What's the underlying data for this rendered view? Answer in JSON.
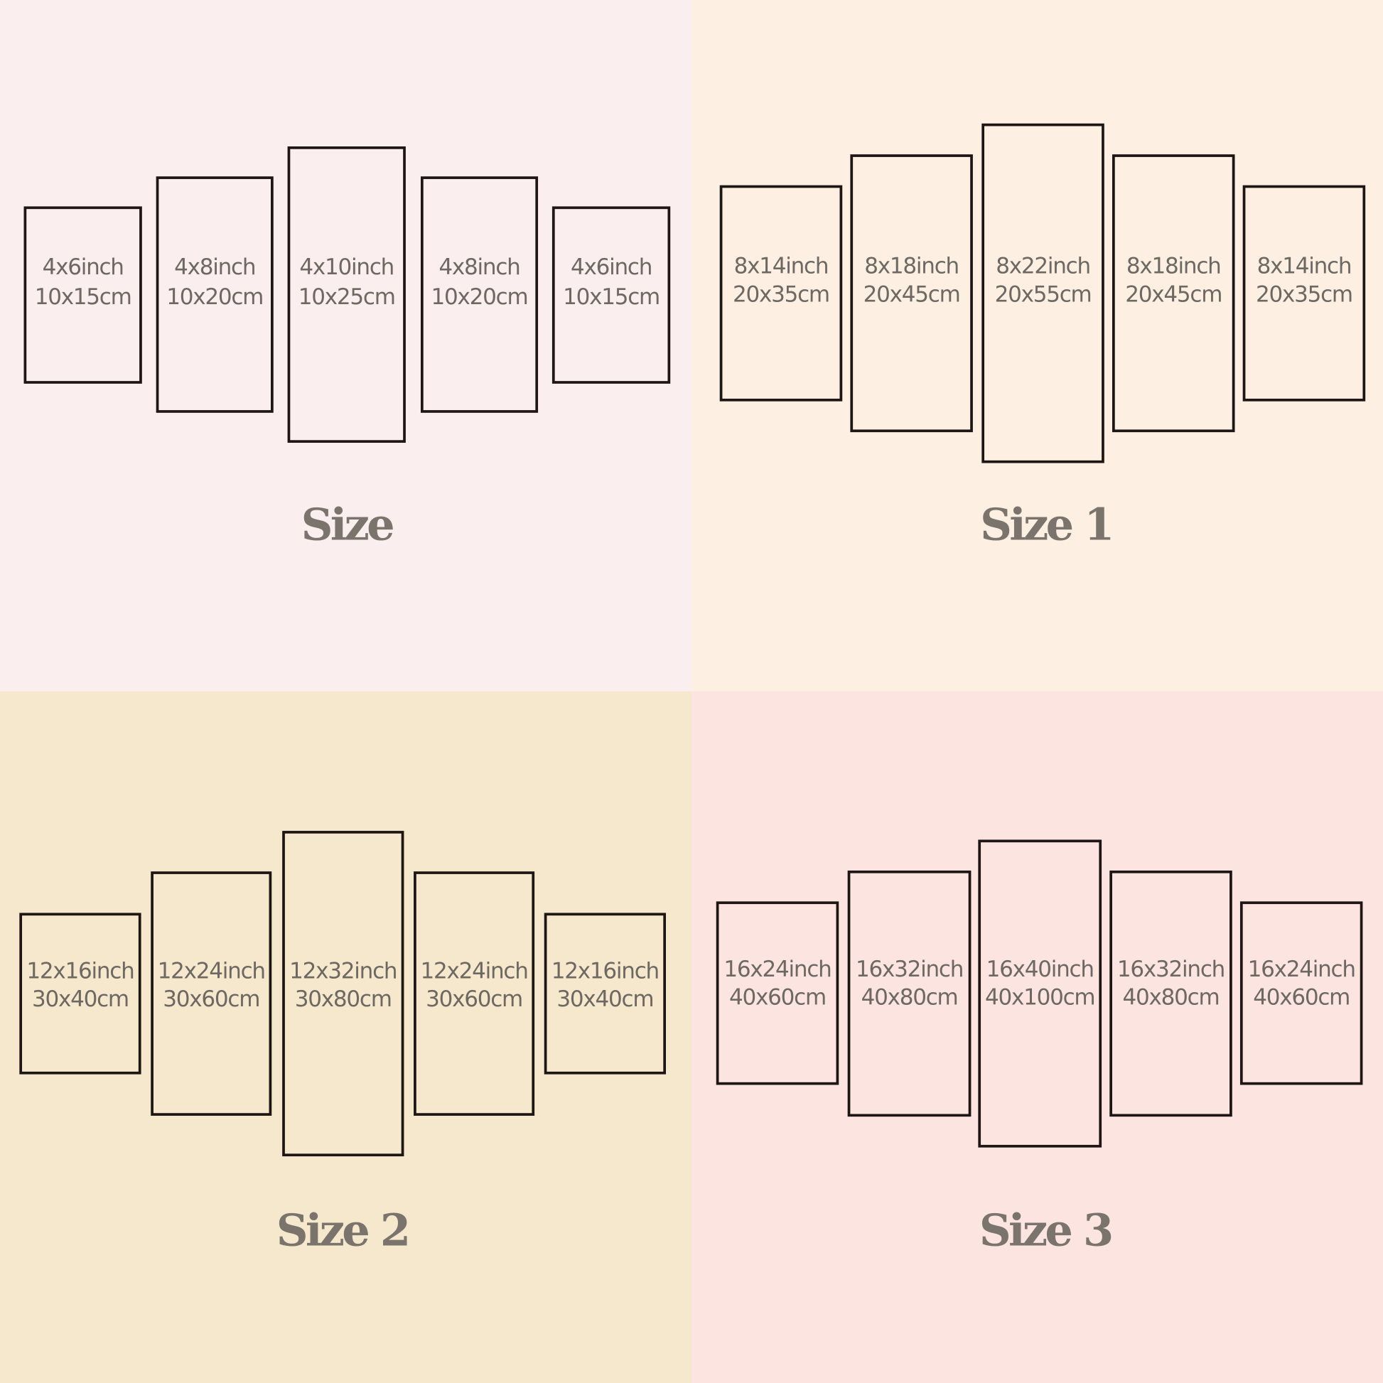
{
  "colors": {
    "size": "#fbeeee",
    "size1": "#fdf0e2",
    "size2": "#f6e8cc",
    "size3": "#fce4e1"
  },
  "groups": [
    {
      "title": "Size",
      "panels": [
        {
          "inch": "4x6inch",
          "cm": "10x15cm"
        },
        {
          "inch": "4x8inch",
          "cm": "10x20cm"
        },
        {
          "inch": "4x10inch",
          "cm": "10x25cm"
        },
        {
          "inch": "4x8inch",
          "cm": "10x20cm"
        },
        {
          "inch": "4x6inch",
          "cm": "10x15cm"
        }
      ]
    },
    {
      "title": "Size 1",
      "panels": [
        {
          "inch": "8x14inch",
          "cm": "20x35cm"
        },
        {
          "inch": "8x18inch",
          "cm": "20x45cm"
        },
        {
          "inch": "8x22inch",
          "cm": "20x55cm"
        },
        {
          "inch": "8x18inch",
          "cm": "20x45cm"
        },
        {
          "inch": "8x14inch",
          "cm": "20x35cm"
        }
      ]
    },
    {
      "title": "Size 2",
      "panels": [
        {
          "inch": "12x16inch",
          "cm": "30x40cm"
        },
        {
          "inch": "12x24inch",
          "cm": "30x60cm"
        },
        {
          "inch": "12x32inch",
          "cm": "30x80cm"
        },
        {
          "inch": "12x24inch",
          "cm": "30x60cm"
        },
        {
          "inch": "12x16inch",
          "cm": "30x40cm"
        }
      ]
    },
    {
      "title": "Size 3",
      "panels": [
        {
          "inch": "16x24inch",
          "cm": "40x60cm"
        },
        {
          "inch": "16x32inch",
          "cm": "40x80cm"
        },
        {
          "inch": "16x40inch",
          "cm": "40x100cm"
        },
        {
          "inch": "16x32inch",
          "cm": "40x80cm"
        },
        {
          "inch": "16x24inch",
          "cm": "40x60cm"
        }
      ]
    }
  ]
}
